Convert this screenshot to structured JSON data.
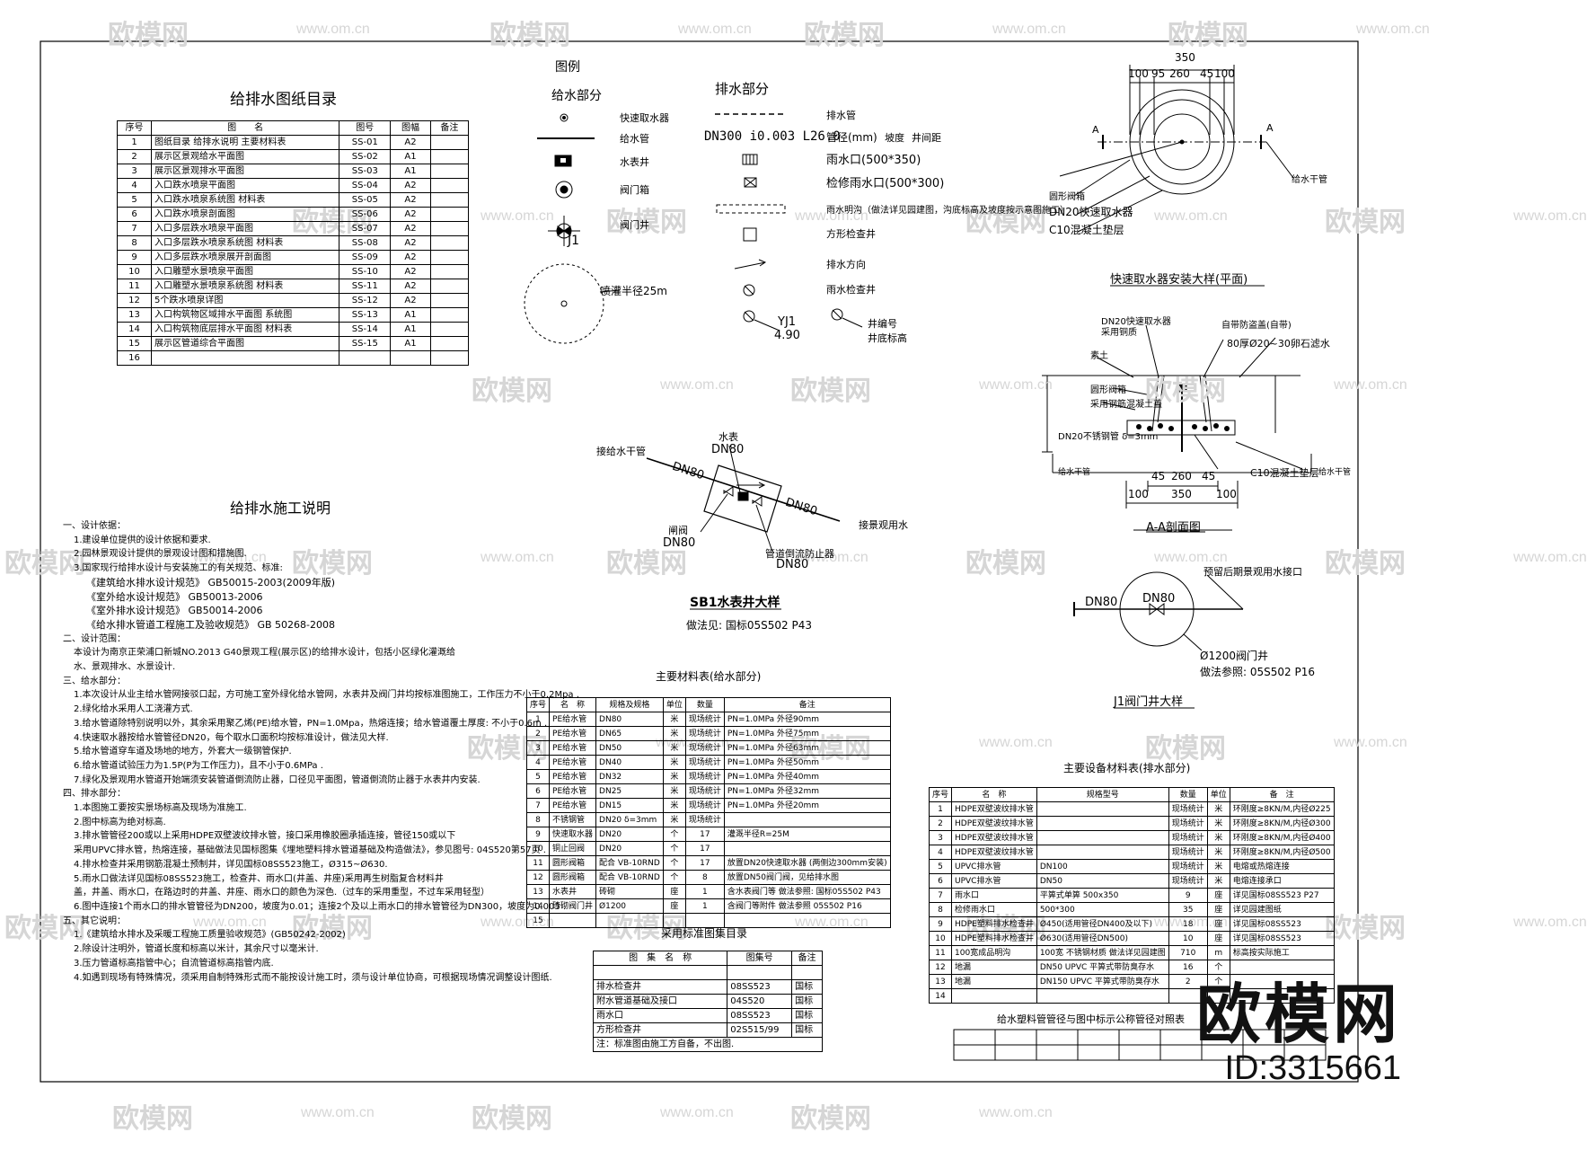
{
  "watermark": {
    "logo_text": "欧模网",
    "url": "www.om.cn"
  },
  "brand": {
    "name": "欧模网",
    "id": "ID:3315661"
  },
  "drawing_index": {
    "title": "给排水图纸目录",
    "headers": [
      "序号",
      "图　　名",
      "图号",
      "图幅",
      "备注"
    ],
    "rows": [
      [
        "1",
        "图纸目录 给排水说明 主要材料表",
        "SS-01",
        "A2"
      ],
      [
        "2",
        "展示区景观给水平面图",
        "SS-02",
        "A1"
      ],
      [
        "3",
        "展示区景观排水平面图",
        "SS-03",
        "A1"
      ],
      [
        "4",
        "入口跌水喷泉平面图",
        "SS-04",
        "A2"
      ],
      [
        "5",
        "入口跌水喷泉系统图 材料表",
        "SS-05",
        "A2"
      ],
      [
        "6",
        "入口跌水喷泉剖面图",
        "SS-06",
        "A2"
      ],
      [
        "7",
        "入口多层跌水喷泉平面图",
        "SS-07",
        "A2"
      ],
      [
        "8",
        "入口多层跌水喷泉系统图 材料表",
        "SS-08",
        "A2"
      ],
      [
        "9",
        "入口多层跌水喷泉展开剖面图",
        "SS-09",
        "A2"
      ],
      [
        "10",
        "入口雕塑水景喷泉平面图",
        "SS-10",
        "A2"
      ],
      [
        "11",
        "入口雕塑水景喷泉系统图 材料表",
        "SS-11",
        "A2"
      ],
      [
        "12",
        "5个跌水喷泉详图",
        "SS-12",
        "A2"
      ],
      [
        "13",
        "入口构筑物区域排水平面图 系统图",
        "SS-13",
        "A1"
      ],
      [
        "14",
        "入口构筑物底层排水平面图 材料表",
        "SS-14",
        "A1"
      ],
      [
        "15",
        "展示区管道综合平面图",
        "SS-15",
        "A1"
      ],
      [
        "16",
        "",
        "",
        ""
      ]
    ]
  },
  "legend": {
    "title": "图例",
    "supply_title": "给水部分",
    "drain_title": "排水部分",
    "supply_items": [
      "快速取水器",
      "给水管",
      "水表井",
      "阀门箱",
      "阀门井",
      "喷灌半径25m"
    ],
    "valve_well_tag": "J1",
    "drain_items": [
      "排水管",
      "雨水口(500*350)",
      "检修雨水口(500*300)",
      "雨水明沟（做法详见园建图，沟底标高及坡度按示意图施工）",
      "方形检查井",
      "排水方向",
      "雨水检查井",
      "井编号",
      "井底标高"
    ],
    "pipe_label": "DN300 i0.003 L26.0",
    "pipe_note1": "管径(mm)",
    "pipe_note2": "坡度",
    "pipe_note3": "井间距",
    "well_tag": "YJ1",
    "well_level": "4.90"
  },
  "sb1": {
    "title": "SB1水表井大样",
    "ref": "做法见: 国标05S502 P43",
    "labels": {
      "from": "接给水干管",
      "meter": "水表",
      "meter_dn": "DN80",
      "pipe_left": "DN80",
      "pipe_right": "DN80",
      "gate": "闸阀",
      "gate_dn": "DN80",
      "check": "管道倒流防止器",
      "check_dn": "DN80",
      "to": "接景观用水"
    }
  },
  "qd": {
    "dims_top": [
      "350",
      "100",
      "95",
      "260",
      "45",
      "100"
    ],
    "labels": [
      "给水干管",
      "圆形阀箱",
      "DN20快速取水器",
      "C10混凝土垫层",
      "A",
      "A"
    ],
    "plan_title": "快速取水器安装大样(平面)",
    "sec_labels": [
      "DN20快速取水器",
      "采用铜质",
      "自带防盗盖(自带)",
      "80厚Ø20~30卵石滤水",
      "素土",
      "圆形阀箱",
      "采用钢筋混凝土盖",
      "DN20不锈钢管 δ=3mm",
      "给水干管",
      "C10混凝土垫层",
      "给水干管"
    ],
    "sec_dims": [
      "45",
      "260",
      "45",
      "100",
      "350",
      "100"
    ],
    "sec_title": "A-A剖面图"
  },
  "j1": {
    "labels": [
      "DN80",
      "DN80",
      "预留后期景观用水接口",
      "Ø1200阀门井",
      "做法参照: 05S502 P16"
    ],
    "title": "J1阀门井大样"
  },
  "notes": {
    "title": "给排水施工说明",
    "lines": [
      "一、设计依据：",
      "1.建设单位提供的设计依据和要求.",
      "2.园林景观设计提供的景观设计图和措施图.",
      "3.国家现行给排水设计与安装施工的有关规范、标准:",
      "《建筑给水排水设计规范》 GB50015-2003(2009年版)",
      "《室外给水设计规范》 GB50013-2006",
      "《室外排水设计规范》 GB50014-2006",
      "《给水排水管道工程施工及验收规范》 GB 50268-2008",
      "二、设计范围：",
      "本设计为南京正荣浦口新城NO.2013 G40景观工程(展示区)的给排水设计，包括小区绿化灌溉给",
      "水、景观排水、水景设计.",
      "三、给水部分：",
      "1.本次设计从业主给水管网接驳口起，方可施工室外绿化给水管网，水表井及阀门井均按标准图施工，工作压力不小于0.2Mpa .",
      "2.绿化给水采用人工浇灌方式.",
      "3.给水管道除特别说明以外，其余采用聚乙烯(PE)给水管，PN=1.0Mpa，热熔连接；给水管道覆土厚度: 不小于0.6m .",
      "4.快速取水器按给水管管径DN20，每个取水口面积均按标准设计，做法见大样.",
      "5.给水管道穿车道及场地的地方，外套大一级钢管保护.",
      "6.给水管道试验压力为1.5P(P为工作压力)，且不小于0.6MPa .",
      "7.绿化及景观用水管道开始端须安装管道倒流防止器，口径见平面图，管道倒流防止器于水表井内安装.",
      "四、排水部分：",
      "1.本图施工要按实景场标高及现场为准施工.",
      "2.图中标高为绝对标高.",
      "3.排水管管径200或以上采用HDPE双壁波纹排水管，接口采用橡胶圈承插连接，管径150或以下",
      "采用UPVC排水管，热熔连接，基础做法见国标图集《埋地塑料排水管道基础及构造做法》，参见图号: 04S520第57页 .",
      "4.排水检查井采用钢筋混凝土预制井，详见国标08SS523施工，Ø315~Ø630.",
      "5.雨水口做法详见国标08SS523施工，检查井、雨水口(井盖、井座)采用再生树脂复合材料井",
      "盖，井盖、雨水口，在路边时的井盖、井座、雨水口的颜色为深色.（过车的采用重型，不过车采用轻型）",
      "6.图中连接1个雨水口的排水管管径为DN200，坡度为0.01；连接2个及以上雨水口的排水管管径为DN300，坡度为0.003 .",
      "五、其它说明：",
      "1.《建筑给水排水及采暖工程施工质量验收规范》(GB50242-2002)",
      "2.除设计注明外，管道长度和标高以米计，其余尺寸以毫米计.",
      "3.压力管道标高指管中心；自流管道标高指管内底.",
      "4.如遇到现场有特殊情况，须采用自制特殊形式而不能按设计施工时，须与设计单位协商，可根据现场情况调整设计图纸."
    ]
  },
  "supply_mat": {
    "title": "主要材料表(给水部分)",
    "headers": [
      "序号",
      "名　称",
      "规格及规格",
      "单位",
      "数量",
      "备注"
    ],
    "rows": [
      [
        "1",
        "PE给水管",
        "DN80",
        "米",
        "现场统计",
        "PN=1.0MPa 外径90mm"
      ],
      [
        "2",
        "PE给水管",
        "DN65",
        "米",
        "现场统计",
        "PN=1.0MPa 外径75mm"
      ],
      [
        "3",
        "PE给水管",
        "DN50",
        "米",
        "现场统计",
        "PN=1.0MPa 外径63mm"
      ],
      [
        "4",
        "PE给水管",
        "DN40",
        "米",
        "现场统计",
        "PN=1.0MPa 外径50mm"
      ],
      [
        "5",
        "PE给水管",
        "DN32",
        "米",
        "现场统计",
        "PN=1.0MPa 外径40mm"
      ],
      [
        "6",
        "PE给水管",
        "DN25",
        "米",
        "现场统计",
        "PN=1.0MPa 外径32mm"
      ],
      [
        "7",
        "PE给水管",
        "DN15",
        "米",
        "现场统计",
        "PN=1.0MPa 外径20mm"
      ],
      [
        "8",
        "不锈钢管",
        "DN20 δ=3mm",
        "米",
        "现场统计",
        ""
      ],
      [
        "9",
        "快速取水器",
        "DN20",
        "个",
        "17",
        "灌溉半径R=25M"
      ],
      [
        "10",
        "铜止回阀",
        "DN20",
        "个",
        "17",
        ""
      ],
      [
        "11",
        "圆形阀箱",
        "配合 VB-10RND",
        "个",
        "17",
        "放置DN20快速取水器 (两侧边300mm安装)"
      ],
      [
        "12",
        "圆形阀箱",
        "配合 VB-10RND",
        "个",
        "8",
        "放置DN50阀门阀，见给排水图"
      ],
      [
        "13",
        "水表井",
        "砖砌",
        "座",
        "1",
        "含水表阀门等 做法参照: 国标05S502 P43"
      ],
      [
        "14",
        "砖砌阀门井",
        "Ø1200",
        "座",
        "1",
        "含阀门等附件 做法参照 05S502 P16"
      ],
      [
        "15",
        "",
        "",
        "",
        "",
        ""
      ]
    ]
  },
  "std_atlas": {
    "title": "采用标准图集目录",
    "headers": [
      "图　集　名　称",
      "图集号",
      "备注"
    ],
    "rows": [
      [
        "",
        "",
        ""
      ],
      [
        "排水检查井",
        "08SS523",
        "国标"
      ],
      [
        "附水管道基础及接口",
        "04S520",
        "国标"
      ],
      [
        "雨水口",
        "08SS523",
        "国标"
      ],
      [
        "方形检查井",
        "02S515/99",
        "国标"
      ]
    ],
    "note": "注：标准图由施工方自备，不出图."
  },
  "drain_mat": {
    "title": "主要设备材料表(排水部分)",
    "headers": [
      "序号",
      "名　称",
      "规格型号",
      "数量",
      "单位",
      "备　注"
    ],
    "rows": [
      [
        "1",
        "HDPE双壁波纹排水管",
        "",
        "现场统计",
        "米",
        "环刚度≥8KN/M,内径Ø225"
      ],
      [
        "2",
        "HDPE双壁波纹排水管",
        "",
        "现场统计",
        "米",
        "环刚度≥8KN/M,内径Ø300"
      ],
      [
        "3",
        "HDPE双壁波纹排水管",
        "",
        "现场统计",
        "米",
        "环刚度≥8KN/M,内径Ø400"
      ],
      [
        "4",
        "HDPE双壁波纹排水管",
        "",
        "现场统计",
        "米",
        "环刚度≥8KN/M,内径Ø500"
      ],
      [
        "5",
        "UPVC排水管",
        "DN100",
        "现场统计",
        "米",
        "电熔或热熔连接"
      ],
      [
        "6",
        "UPVC排水管",
        "DN50",
        "现场统计",
        "米",
        "电熔连接承口"
      ],
      [
        "7",
        "雨水口",
        "平箅式单箅 500x350",
        "9",
        "座",
        "详见国标08SS523 P27"
      ],
      [
        "8",
        "检修雨水口",
        "500*300",
        "35",
        "座",
        "详见园建图纸"
      ],
      [
        "9",
        "HDPE塑料排水检查井",
        "Ø450(适用管径DN400及以下)",
        "18",
        "座",
        "详见国标08SS523"
      ],
      [
        "10",
        "HDPE塑料排水检查井",
        "Ø630(适用管径DN500)",
        "10",
        "座",
        "详见国标08SS523"
      ],
      [
        "11",
        "100宽成品明沟",
        "100宽 不锈钢材质 做法详见园建图",
        "710",
        "m",
        "标高按实际施工"
      ],
      [
        "12",
        "地漏",
        "DN50 UPVC 平箅式带防臭存水",
        "16",
        "个",
        ""
      ],
      [
        "13",
        "地漏",
        "DN150 UPVC 平箅式带防臭存水",
        "2",
        "个",
        ""
      ],
      [
        "14",
        "",
        "",
        "",
        "",
        ""
      ]
    ]
  },
  "pipe_compare": {
    "title": "给水塑料管管径与图中标示公称管径对照表"
  }
}
